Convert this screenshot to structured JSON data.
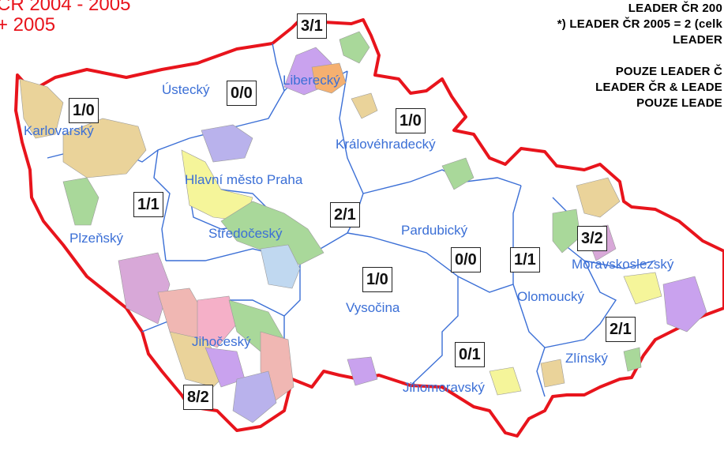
{
  "header": {
    "left_line1": "ČR 2004 - 2005",
    "left_line2": "+ 2005",
    "right_line1": "LEADER ČR 200",
    "right_line2": "*)  LEADER ČR 2005 = 2 (celk",
    "right_line3": "LEADER",
    "legend_line1": "POUZE LEADER Č",
    "legend_line2": "LEADER ČR & LEADE",
    "legend_line3": "POUZE LEADE"
  },
  "regions": [
    {
      "name": "Ústecký",
      "count": "0/0"
    },
    {
      "name": "Liberecký",
      "count": "3/1"
    },
    {
      "name": "Karlovarský",
      "count": "1/0"
    },
    {
      "name": "Královéhradecký",
      "count": "1/0"
    },
    {
      "name": "Hlavní město Praha",
      "count": ""
    },
    {
      "name": "Plzeňský",
      "count": "1/1"
    },
    {
      "name": "Středočeský",
      "count": "2/1"
    },
    {
      "name": "Pardubický",
      "count": "0/0"
    },
    {
      "name": "Vysočina",
      "count": "1/0"
    },
    {
      "name": "Olomoucký",
      "count": "1/1"
    },
    {
      "name": "Moravskoslezský",
      "count": "3/2"
    },
    {
      "name": "Jihočeský",
      "count": "8/2"
    },
    {
      "name": "Jihomoravský",
      "count": "0/1"
    },
    {
      "name": "Zlínský",
      "count": "2/1"
    }
  ],
  "colors": {
    "border": "#e8141c",
    "region_border": "#3b6fd6",
    "label": "#3b6fd6",
    "patches": [
      "#c9a2ee",
      "#ead39a",
      "#a9d89a",
      "#f5f59a",
      "#b9b2ec",
      "#f0b7b3",
      "#d8a8d8",
      "#f5b070",
      "#c0d8f0",
      "#d0d0d0"
    ]
  }
}
